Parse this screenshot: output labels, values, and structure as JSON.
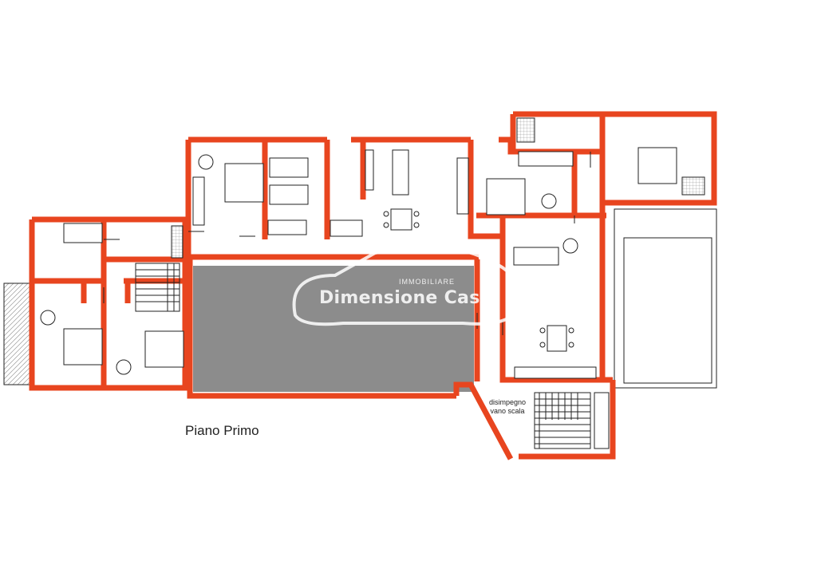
{
  "floor_label": "Piano Primo",
  "stair_label": "disimpegno\nvano scala",
  "watermark": {
    "brand": "Dimensione Casa",
    "subtitle": "IMMOBILIARE"
  },
  "colors": {
    "wall": "#e8451f",
    "courtyard": "#8c8c8c",
    "line": "#222222",
    "balcony_hatch": "#b0b0b0"
  }
}
